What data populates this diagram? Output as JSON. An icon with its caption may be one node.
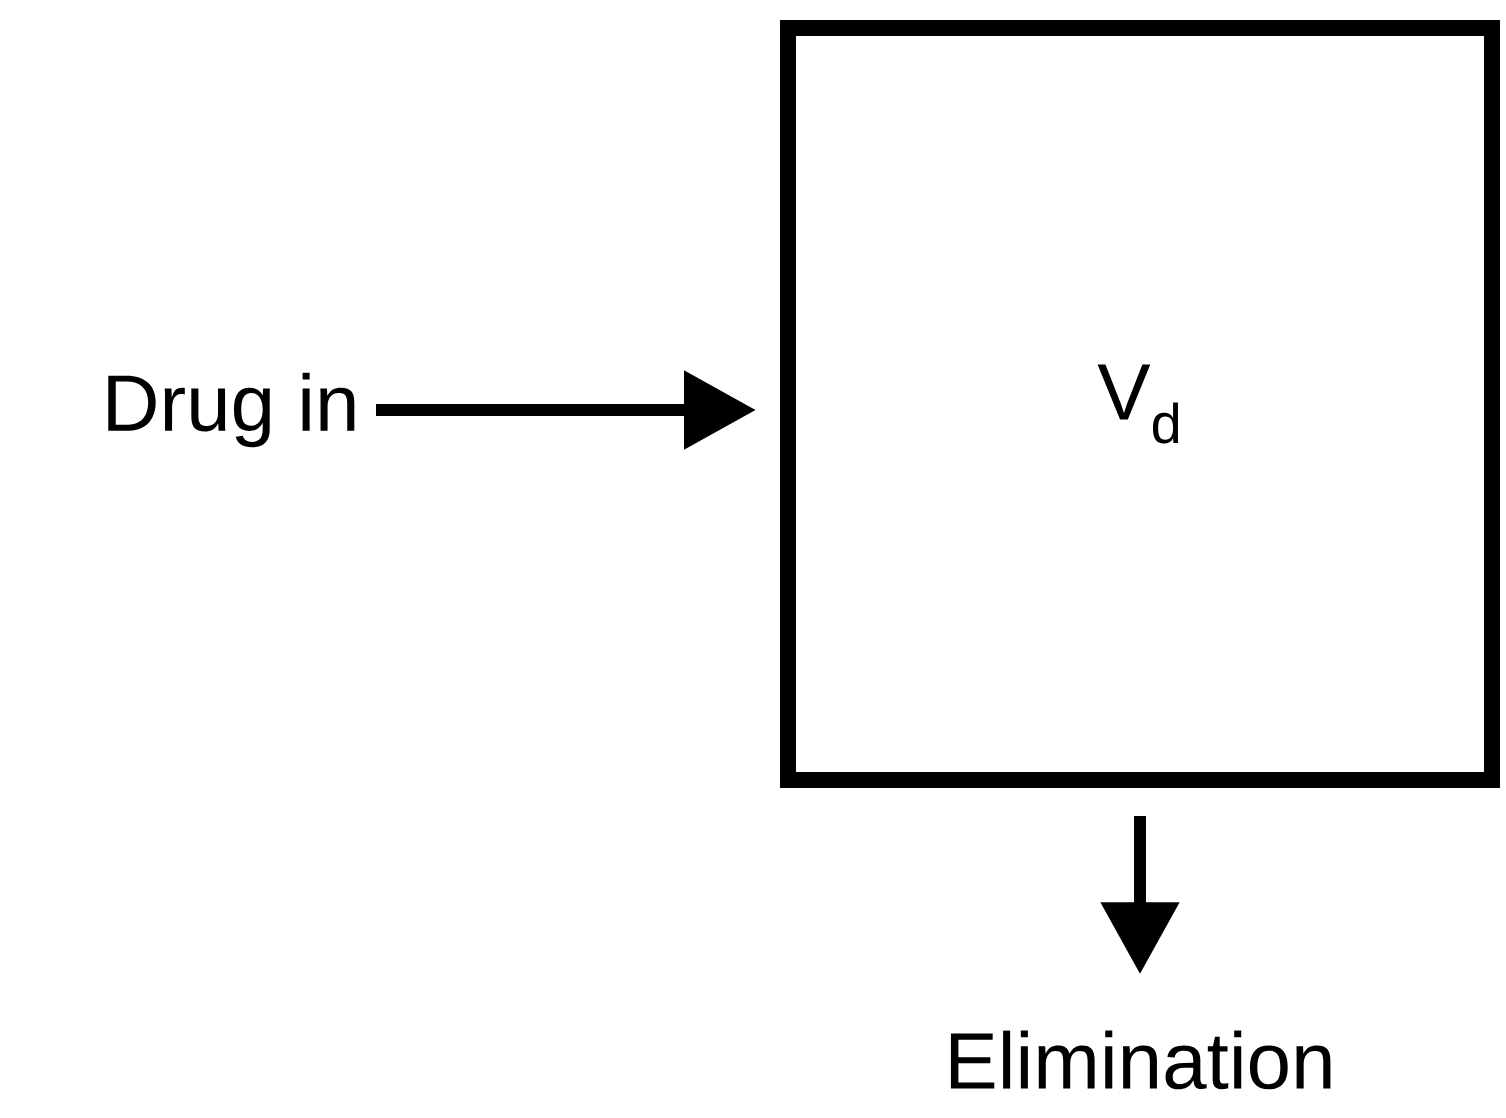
{
  "diagram": {
    "nodes": [
      {
        "text": [
          "Drug in"
        ]
      },
      {
        "text": [
          "V$_{d}$"
        ]
      },
      {
        "text": [
          "Elimination"
        ]
      }
    ],
    "edges": [
      {
        "from": 0,
        "to": 1,
        "arrow": "to"
      },
      {
        "from": 1,
        "to": 2,
        "arrow": "to"
      }
    ]
  }
}
